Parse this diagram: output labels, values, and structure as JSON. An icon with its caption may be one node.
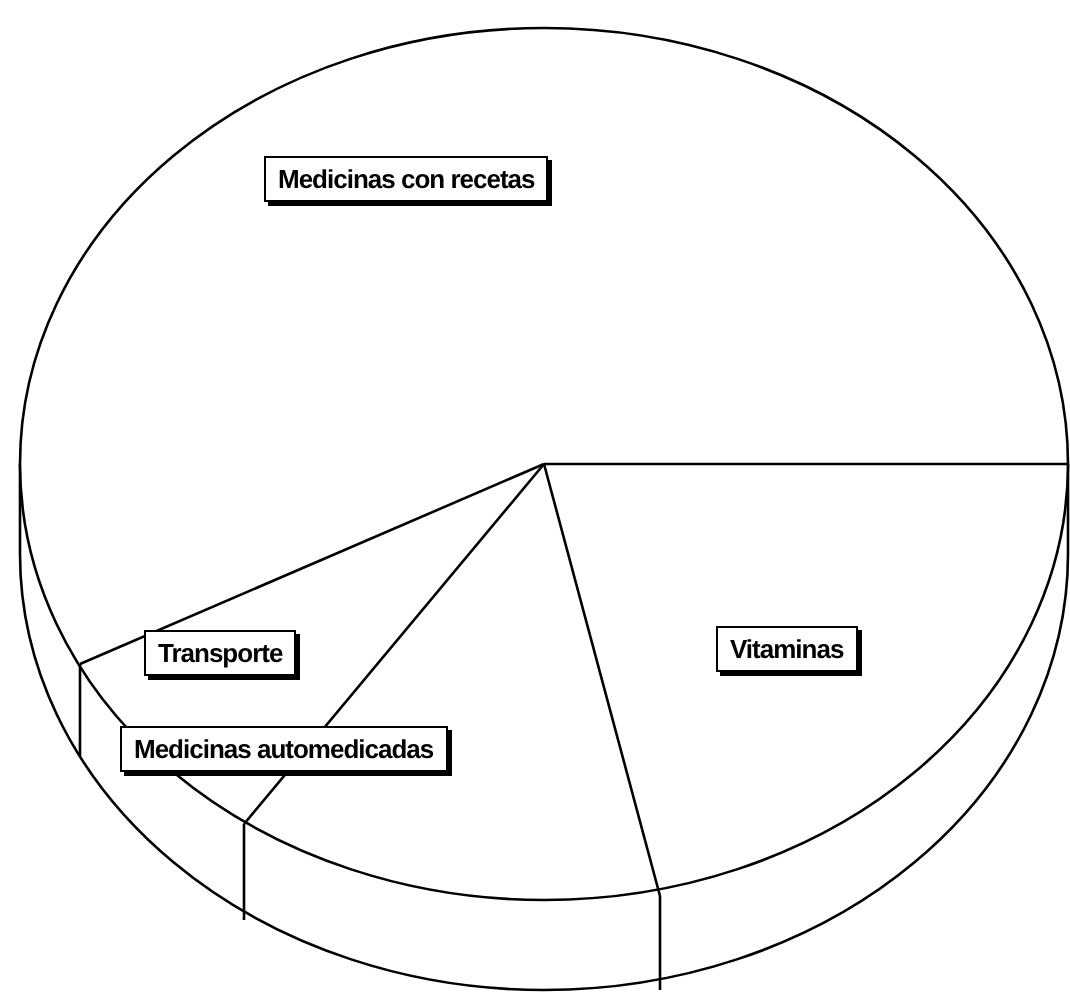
{
  "diagram": {
    "nodes": [
      {
        "text": [
          "Medicinas con recetas"
        ]
      },
      {
        "text": [
          "Vitaminas"
        ]
      },
      {
        "text": [
          "Transporte"
        ]
      },
      {
        "text": [
          "Medicinas automedicadas"
        ]
      }
    ]
  }
}
